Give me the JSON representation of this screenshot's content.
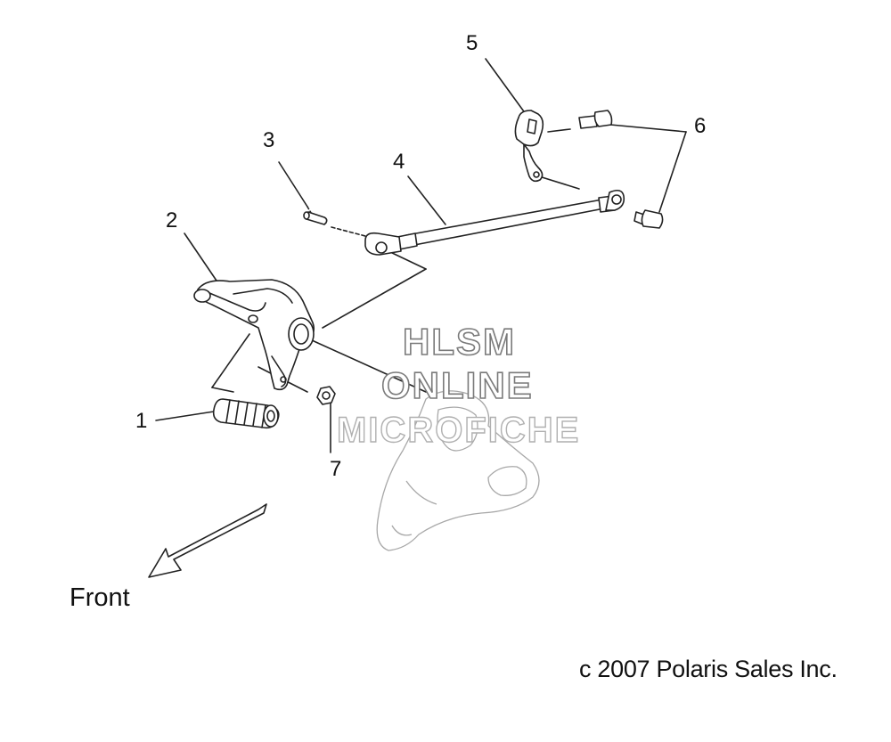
{
  "callouts": {
    "c1": "1",
    "c2": "2",
    "c3": "3",
    "c4": "4",
    "c5": "5",
    "c6": "6",
    "c7": "7"
  },
  "direction_label": "Front",
  "copyright": "c  2007 Polaris Sales Inc.",
  "watermark": {
    "line1": "HLSM",
    "line2": "ONLINE",
    "line3": "MICROFICHE"
  },
  "colors": {
    "line": "#222222",
    "ghost_part": "#a8a8a8",
    "watermark_stroke": "#7a7a7a"
  }
}
